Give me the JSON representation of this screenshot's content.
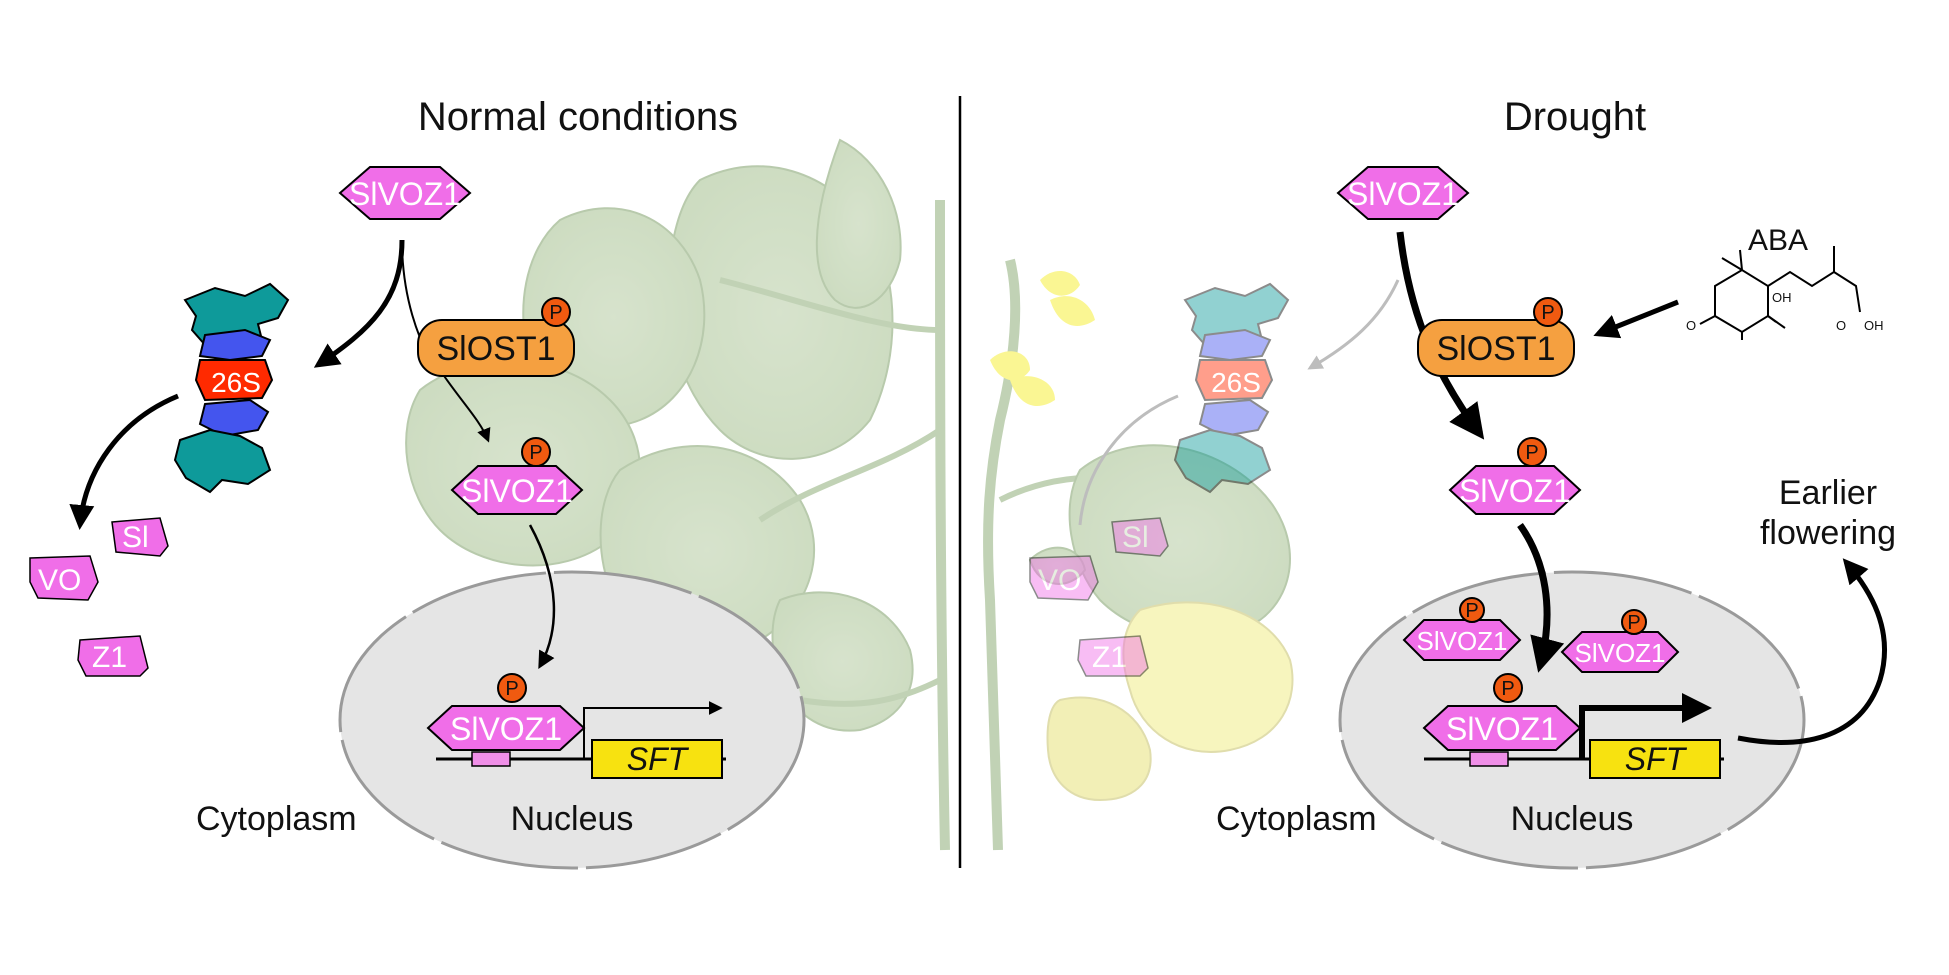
{
  "panels": {
    "left": {
      "title": "Normal conditions",
      "cytoplasm_label": "Cytoplasm",
      "nucleus_label": "Nucleus"
    },
    "right": {
      "title": "Drought",
      "cytoplasm_label": "Cytoplasm",
      "nucleus_label": "Nucleus",
      "outcome_line1": "Earlier",
      "outcome_line2": "flowering"
    }
  },
  "proteins": {
    "voz": "SlVOZ1",
    "ost": "SlOST1",
    "phospho": "P",
    "proteasome": "26S",
    "gene": "SFT"
  },
  "degraded_fragments": [
    "Sl",
    "VO",
    "Z1"
  ],
  "hormone": {
    "name": "ABA",
    "oh_label": "OH",
    "cooh_label": "OH"
  },
  "colors": {
    "voz_fill": "#f06ee8",
    "ost_fill": "#f5a040",
    "phospho_fill": "#f05a10",
    "gene_fill": "#f7e210",
    "nucleus_fill": "#e5e5e5",
    "nucleus_stroke": "#9a9a9a",
    "proteasome_red": "#ff2a00",
    "proteasome_blue": "#4455ee",
    "proteasome_teal": "#0e9a9a",
    "background_plant": "#8fae7a"
  }
}
